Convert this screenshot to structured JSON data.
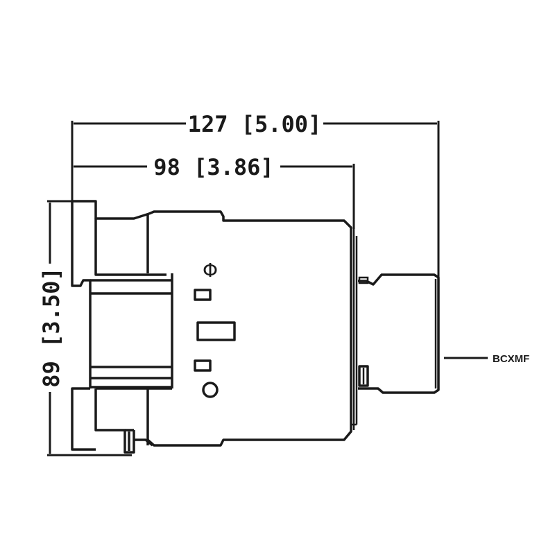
{
  "drawing": {
    "type": "dimensional-side-view",
    "dimensions": {
      "overall_width": "127 [5.00]",
      "body_width": "98 [3.86]",
      "height": "89 [3.50]"
    },
    "callout": {
      "label": "BCXMF"
    },
    "symbols": {
      "top_symbol": "Φ",
      "bottom_symbol": "○"
    },
    "colors": {
      "line": "#1a1a1a",
      "background": "#ffffff"
    }
  }
}
